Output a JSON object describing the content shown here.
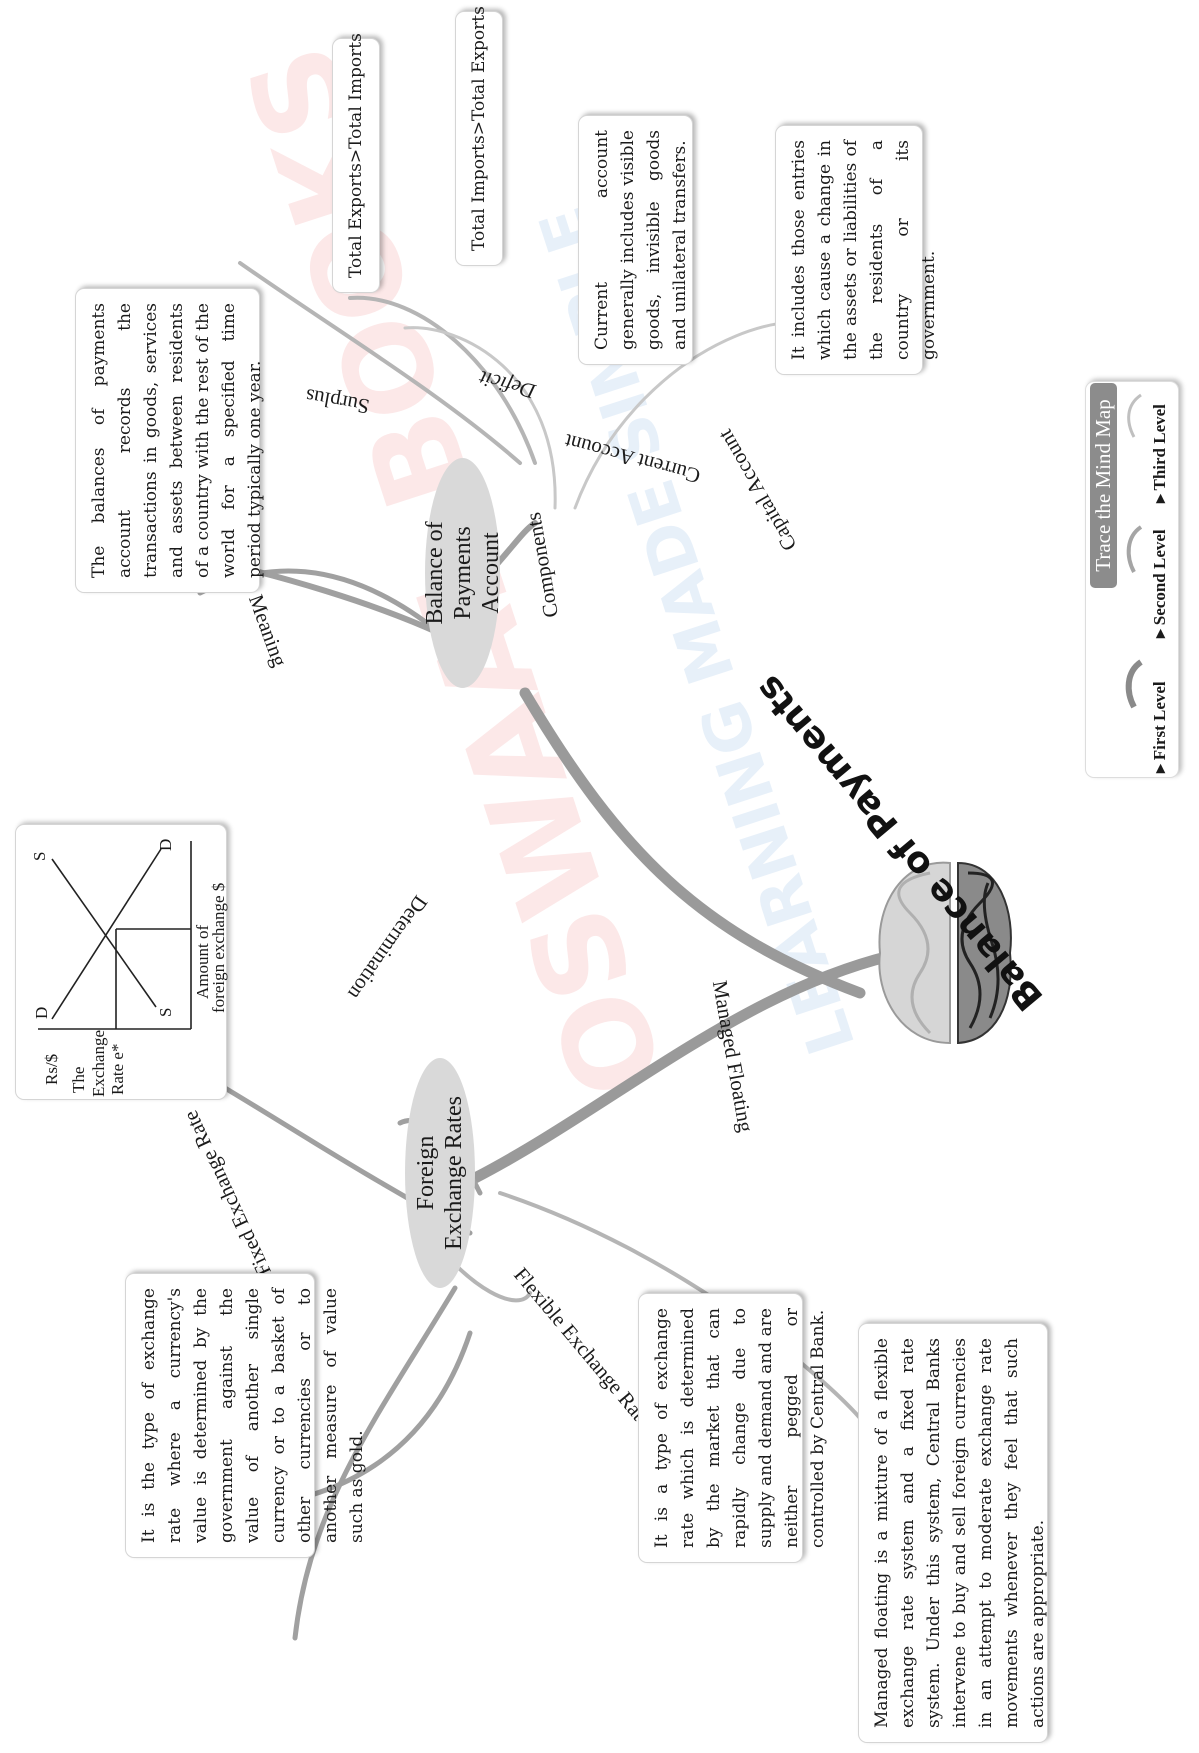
{
  "title": "Balance of Payments",
  "nodes": {
    "bop": "Balance of Payments Account",
    "fer": "Foreign Exchange Rates"
  },
  "branches": {
    "meaning": "Meaning",
    "components": "Components",
    "surplus": "Surplus",
    "deficit": "Deficit",
    "current_account": "Current Account",
    "capital_account": "Capital Account",
    "determination": "Determination",
    "fixed": "Fixed Exchange Rate",
    "flexible": "Flexible Exchange Rate",
    "managed": "Managed Floating"
  },
  "boxes": {
    "meaning_text": "The balances of payments account records the transactions in goods, services and assets between residents of a country with the rest of the world for a specified time period typically one year.",
    "surplus_text": "Total Exports>Total Imports",
    "deficit_text": "Total Imports>Total Exports",
    "current_text": "Current account generally includes visible goods, invisible goods and unilateral transfers.",
    "capital_text": "It includes those entries which cause a change in the assets or liabilities of the residents of a country or its government.",
    "fixed_text": "It is the type of exchange rate where a currency's value is determined by the government against the value of another single currency or to a basket of other currencies or to another measure of value such as gold.",
    "flexible_text": "It is a type of exchange rate which is determined by the market that can rapidly change due to supply and demand and are neither pegged or controlled by Central Bank.",
    "managed_text": "Managed floating is a mixture of a flexible exchange rate system and a fixed rate system. Under this system, Central Banks intervene to buy and sell foreign currencies in an attempt to moderate exchange rate movements whenever they feel that such actions are appropriate."
  },
  "graph": {
    "y_unit": "Rs/$",
    "y_label_1": "The",
    "y_label_2": "Exchange",
    "y_label_3": "Rate e*",
    "x_label_1": "Amount of",
    "x_label_2": "foreign exchange $",
    "s_top": "S",
    "s_bottom": "S",
    "d_top": "D",
    "d_bottom": "D"
  },
  "legend": {
    "title": "Trace the Mind Map",
    "first": "First Level",
    "second": "Second Level",
    "third": "Third Level"
  },
  "watermark": {
    "line1": "OSWAAL BOOKS",
    "line2": "LEARNING MADE SIMPLE"
  }
}
